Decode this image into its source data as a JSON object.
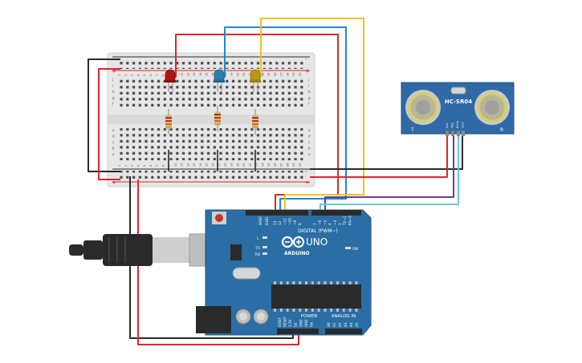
{
  "breadboard": {
    "col_numbers_top": [
      "1",
      "2",
      "3",
      "4",
      "5",
      "6",
      "7",
      "8",
      "9",
      "10",
      "11",
      "12",
      "13",
      "14",
      "15",
      "16",
      "17",
      "18",
      "19",
      "20",
      "21",
      "22",
      "23",
      "24",
      "25",
      "26",
      "27",
      "28",
      "29",
      "30"
    ],
    "row_letters_top": [
      "j",
      "i",
      "h",
      "g",
      "f"
    ],
    "row_letters_bottom": [
      "e",
      "d",
      "c",
      "b",
      "a"
    ],
    "rail_plus": "+",
    "rail_minus": "-"
  },
  "sensor": {
    "label": "HC-SR04",
    "pin_labels": [
      "Vcc",
      "Trig",
      "Echo",
      "Gnd"
    ],
    "left_mark": "T",
    "right_mark": "R"
  },
  "arduino": {
    "brand": "ARDUINO",
    "model": "UNO",
    "digital_label": "DIGITAL (PWM~)",
    "power_label": "POWER",
    "analog_label": "ANALOG IN",
    "on_label": "ON",
    "l_label": "L",
    "tx_label": "TX",
    "rx_label": "RX",
    "aref_label": "AREF",
    "gnd_label": "GND",
    "digital_pins": [
      "13",
      "12",
      "~11",
      "~10",
      "~9",
      "8",
      "7",
      "~6",
      "~5",
      "4",
      "~3",
      "2",
      "TX→1",
      "RX←0"
    ],
    "power_pins": [
      "IOREF",
      "RESET",
      "3.3V",
      "5V",
      "GND",
      "GND",
      "Vin"
    ],
    "analog_pins": [
      "A0",
      "A1",
      "A2",
      "A3",
      "A4",
      "A5"
    ]
  },
  "colors": {
    "wire_red": "#e0262a",
    "wire_blue": "#1e88d2",
    "wire_yellow": "#f2c21e",
    "wire_black": "#2a2a2a",
    "wire_purple": "#6a3d9a",
    "wire_cyan": "#6cc6d8",
    "board_blue": "#2a6ea5",
    "led_red": "#b01515",
    "led_blue": "#2a7fb0",
    "led_yellow": "#b89a12"
  }
}
